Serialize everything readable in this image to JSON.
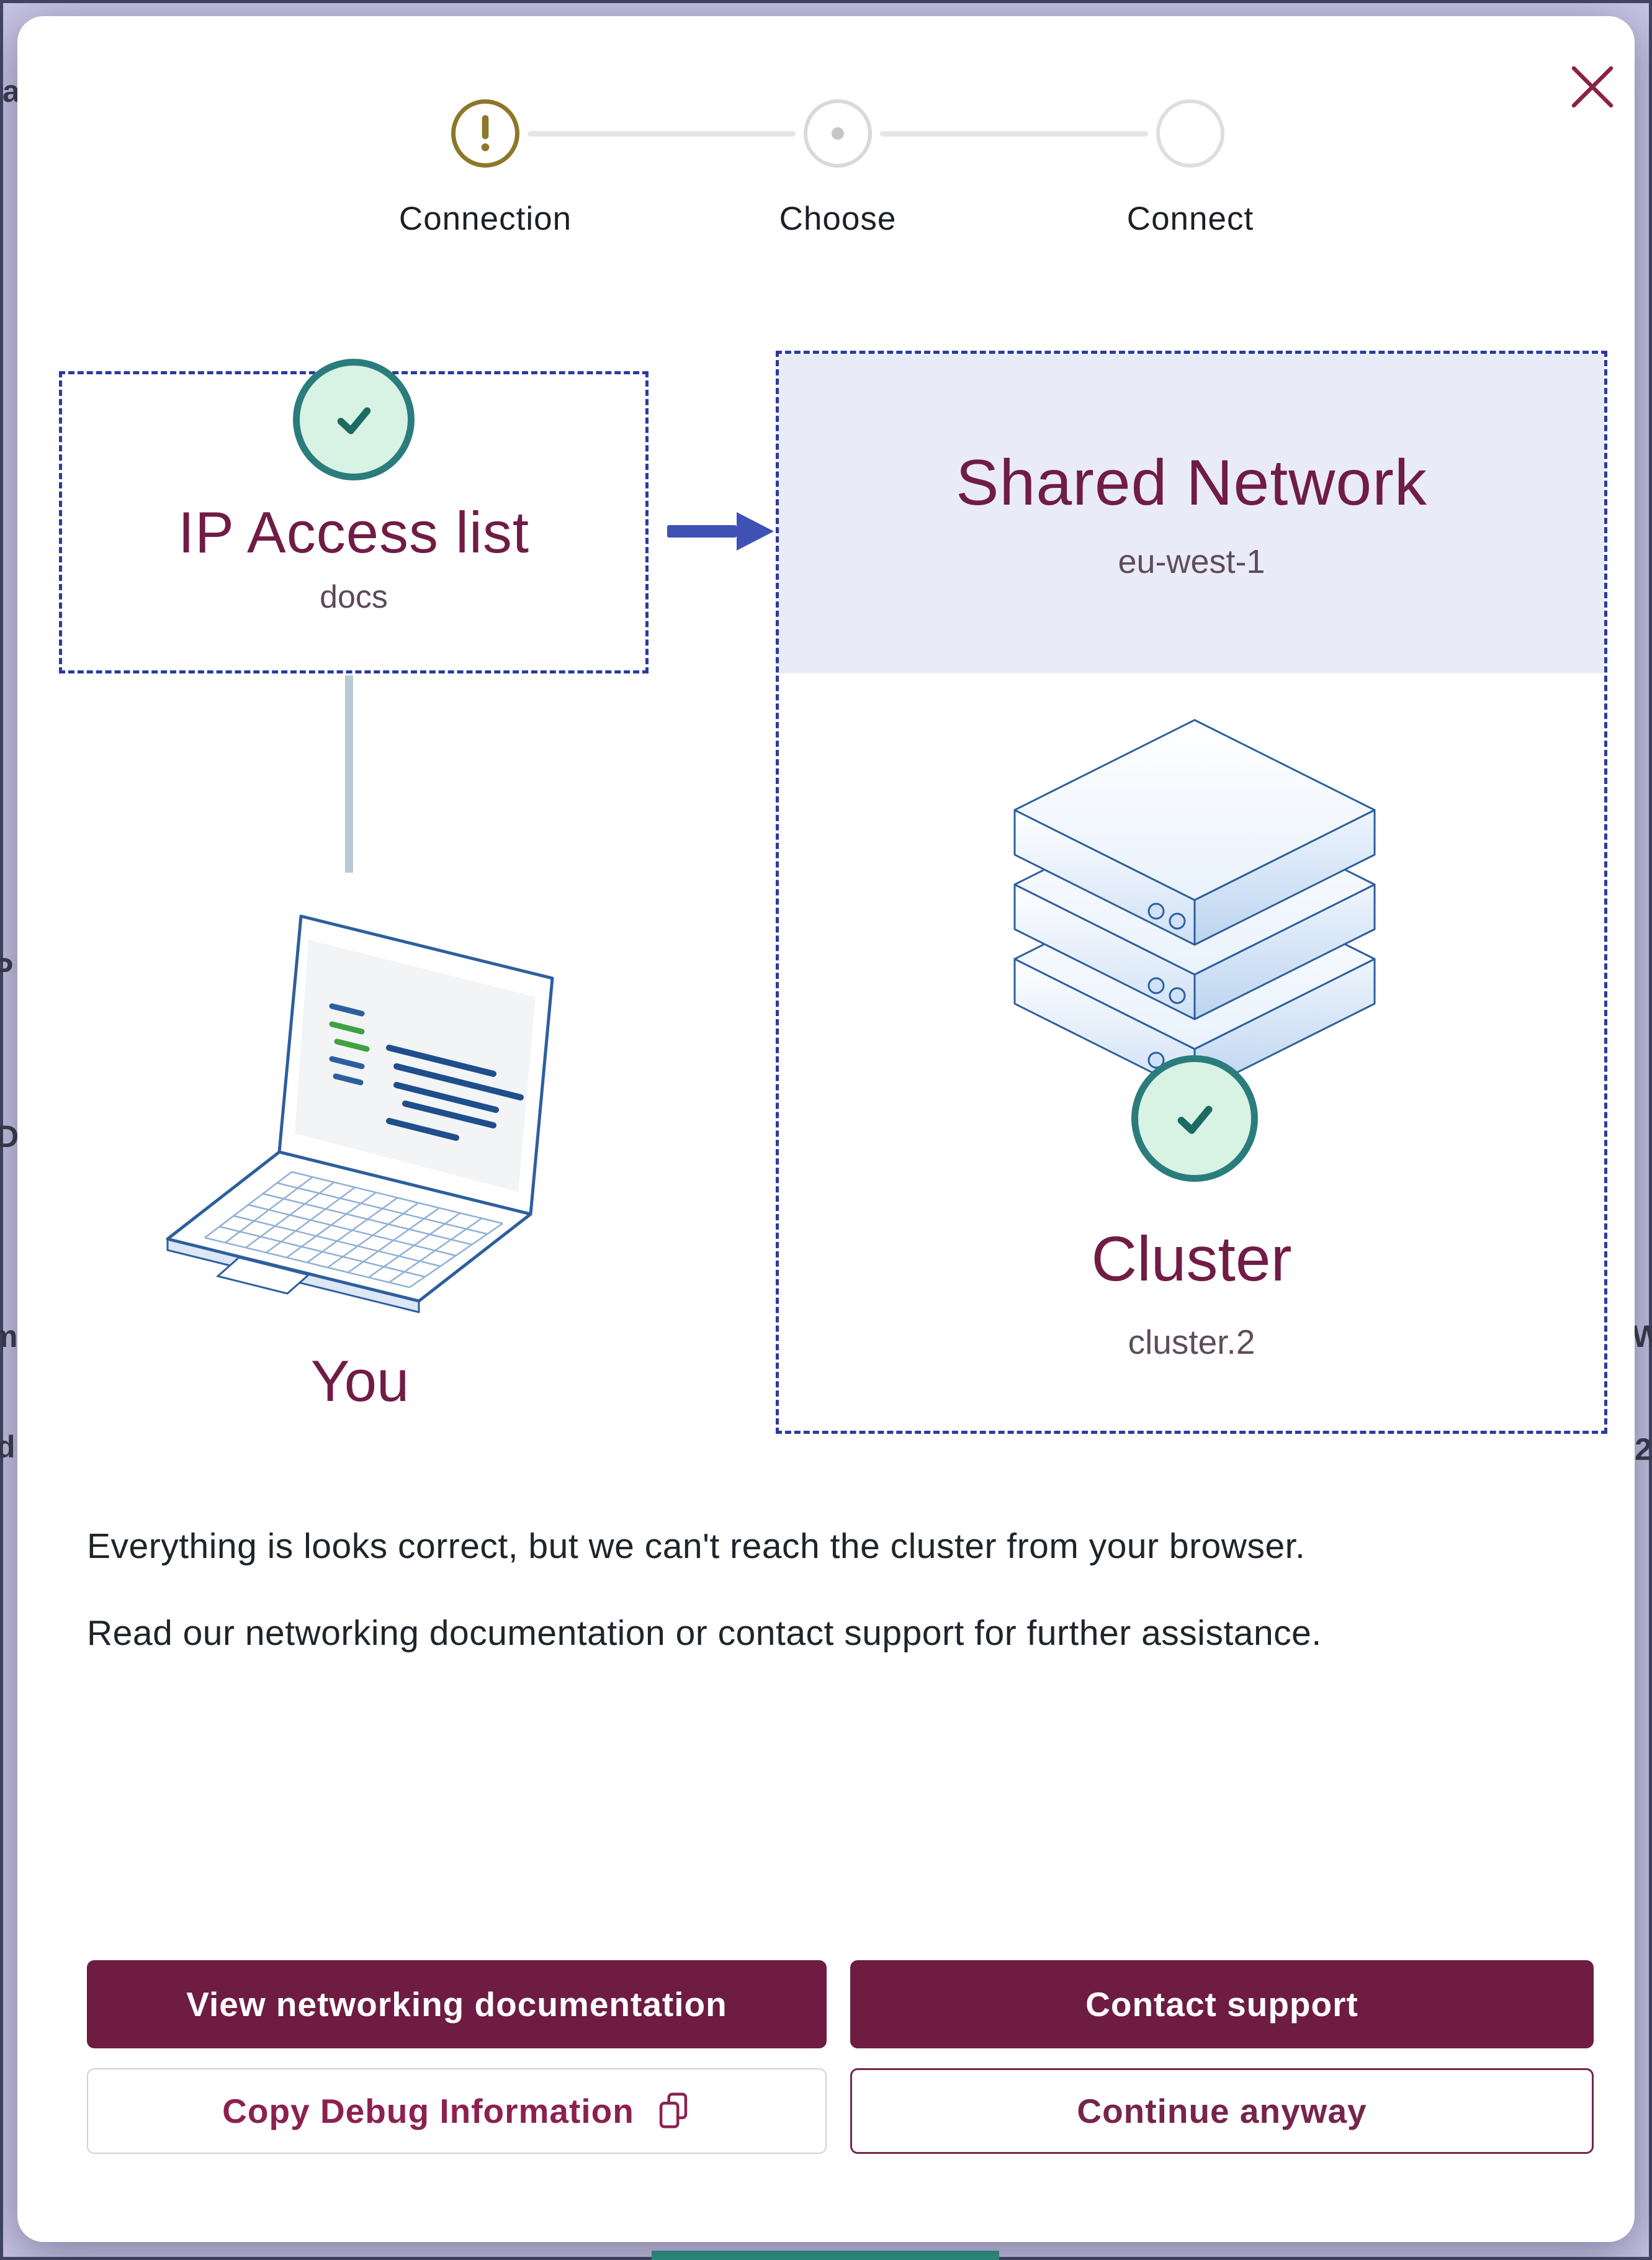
{
  "stepper": {
    "steps": [
      {
        "label": "Connection",
        "state": "warning"
      },
      {
        "label": "Choose",
        "state": "current"
      },
      {
        "label": "Connect",
        "state": "upcoming"
      }
    ]
  },
  "diagram": {
    "ip_access": {
      "title": "IP Access list",
      "link": "docs"
    },
    "you": {
      "label": "You"
    },
    "network": {
      "title": "Shared Network",
      "region": "eu-west-1"
    },
    "cluster": {
      "title": "Cluster",
      "name": "cluster.2"
    }
  },
  "message": {
    "line1": "Everything is looks correct, but we can't reach the cluster from your browser.",
    "line2": "Read our networking documentation or contact support for further assistance."
  },
  "actions": {
    "view_docs": "View networking documentation",
    "contact_support": "Contact support",
    "copy_debug": "Copy Debug Information",
    "continue_anyway": "Continue anyway"
  },
  "background_fragments": [
    "a",
    "P",
    "D",
    "m",
    "d",
    "W",
    "2"
  ],
  "colors": {
    "accent_maroon": "#701C45",
    "button_maroon": "#6E1C41",
    "dashed_border_blue": "#2C3A9E",
    "arrow_indigo": "#3F51B5",
    "check_fill": "#D8F3E4",
    "check_border": "#2A7D7C",
    "warning_gold": "#8D7827",
    "network_header_bg": "#E9ECF8",
    "page_background": "#C9C5E3"
  }
}
